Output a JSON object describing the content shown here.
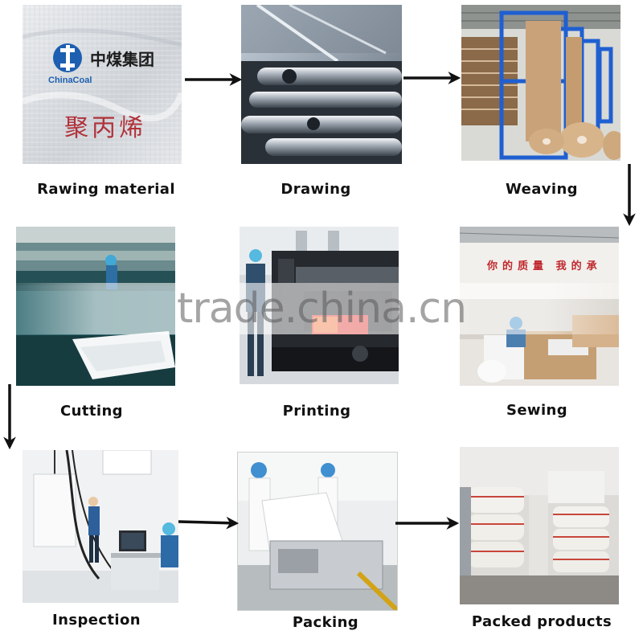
{
  "steps": [
    {
      "id": "rawing-material",
      "label": "Rawing material"
    },
    {
      "id": "drawing",
      "label": "Drawing"
    },
    {
      "id": "weaving",
      "label": "Weaving"
    },
    {
      "id": "cutting",
      "label": "Cutting"
    },
    {
      "id": "printing",
      "label": "Printing"
    },
    {
      "id": "sewing",
      "label": "Sewing"
    },
    {
      "id": "inspection",
      "label": "Inspection"
    },
    {
      "id": "packing",
      "label": "Packing"
    },
    {
      "id": "packed-products",
      "label": "Packed products"
    }
  ],
  "raw_bag": {
    "logo_text": "ChinaCoal",
    "brand_cn": "中煤集团",
    "material_cn": "聚丙烯"
  },
  "sewing_wall_text": "你的质量  我的承",
  "watermark": "trade.china.cn",
  "colors": {
    "arrow": "#111111",
    "caption": "#111111",
    "rack_blue": "#1f5fd1",
    "kraft": "#c9a27a"
  }
}
